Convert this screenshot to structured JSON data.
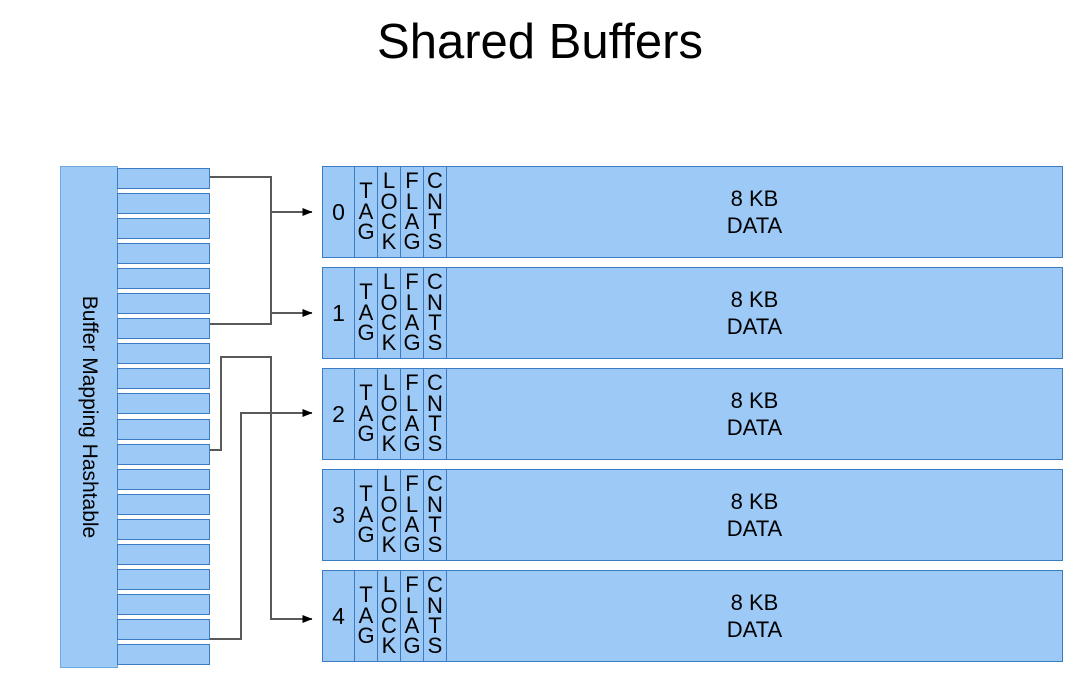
{
  "title": "Shared Buffers",
  "colors": {
    "fill": "#9CC9F5",
    "stroke": "#3B7CC4",
    "panel_stroke": "#6FA8DC",
    "connector": "#595959",
    "text": "#000000",
    "background": "#FFFFFF"
  },
  "hashtable": {
    "label": "Buffer Mapping Hashtable",
    "slot_count": 20,
    "slots": [
      {
        "index": 0,
        "has_connector": true
      },
      {
        "index": 1,
        "has_connector": false
      },
      {
        "index": 2,
        "has_connector": false
      },
      {
        "index": 3,
        "has_connector": false
      },
      {
        "index": 4,
        "has_connector": false
      },
      {
        "index": 5,
        "has_connector": false
      },
      {
        "index": 6,
        "has_connector": false
      },
      {
        "index": 7,
        "has_connector": true
      },
      {
        "index": 8,
        "has_connector": false
      },
      {
        "index": 9,
        "has_connector": false
      },
      {
        "index": 10,
        "has_connector": false
      },
      {
        "index": 11,
        "has_connector": false
      },
      {
        "index": 12,
        "has_connector": true
      },
      {
        "index": 13,
        "has_connector": false
      },
      {
        "index": 14,
        "has_connector": false
      },
      {
        "index": 15,
        "has_connector": false
      },
      {
        "index": 16,
        "has_connector": false
      },
      {
        "index": 17,
        "has_connector": false
      },
      {
        "index": 18,
        "has_connector": true
      },
      {
        "index": 19,
        "has_connector": false
      }
    ]
  },
  "buffers": {
    "field_labels": [
      "TAG",
      "LOCK",
      "FLAG",
      "CNTS"
    ],
    "data_label_line1": "8 KB",
    "data_label_line2": "DATA",
    "rows": [
      {
        "index": "0",
        "tag": "TAG",
        "lock": "LOCK",
        "flag": "FLAG",
        "cnts": "CNTS",
        "data_line1": "8 KB",
        "data_line2": "DATA",
        "has_arrow": true
      },
      {
        "index": "1",
        "tag": "TAG",
        "lock": "LOCK",
        "flag": "FLAG",
        "cnts": "CNTS",
        "data_line1": "8 KB",
        "data_line2": "DATA",
        "has_arrow": true
      },
      {
        "index": "2",
        "tag": "TAG",
        "lock": "LOCK",
        "flag": "FLAG",
        "cnts": "CNTS",
        "data_line1": "8 KB",
        "data_line2": "DATA",
        "has_arrow": true
      },
      {
        "index": "3",
        "tag": "TAG",
        "lock": "LOCK",
        "flag": "FLAG",
        "cnts": "CNTS",
        "data_line1": "8 KB",
        "data_line2": "DATA",
        "has_arrow": false
      },
      {
        "index": "4",
        "tag": "TAG",
        "lock": "LOCK",
        "flag": "FLAG",
        "cnts": "CNTS",
        "data_line1": "8 KB",
        "data_line2": "DATA",
        "has_arrow": true
      }
    ]
  },
  "connections": [
    {
      "from_slot": 0,
      "to_buffer": 1,
      "label": "slot-0-to-buffer-1"
    },
    {
      "from_slot": 7,
      "to_buffer": 0,
      "label": "slot-7-to-buffer-0"
    },
    {
      "from_slot": 12,
      "to_buffer": 4,
      "label": "slot-12-to-buffer-4"
    },
    {
      "from_slot": 18,
      "to_buffer": 2,
      "label": "slot-18-to-buffer-2"
    }
  ]
}
